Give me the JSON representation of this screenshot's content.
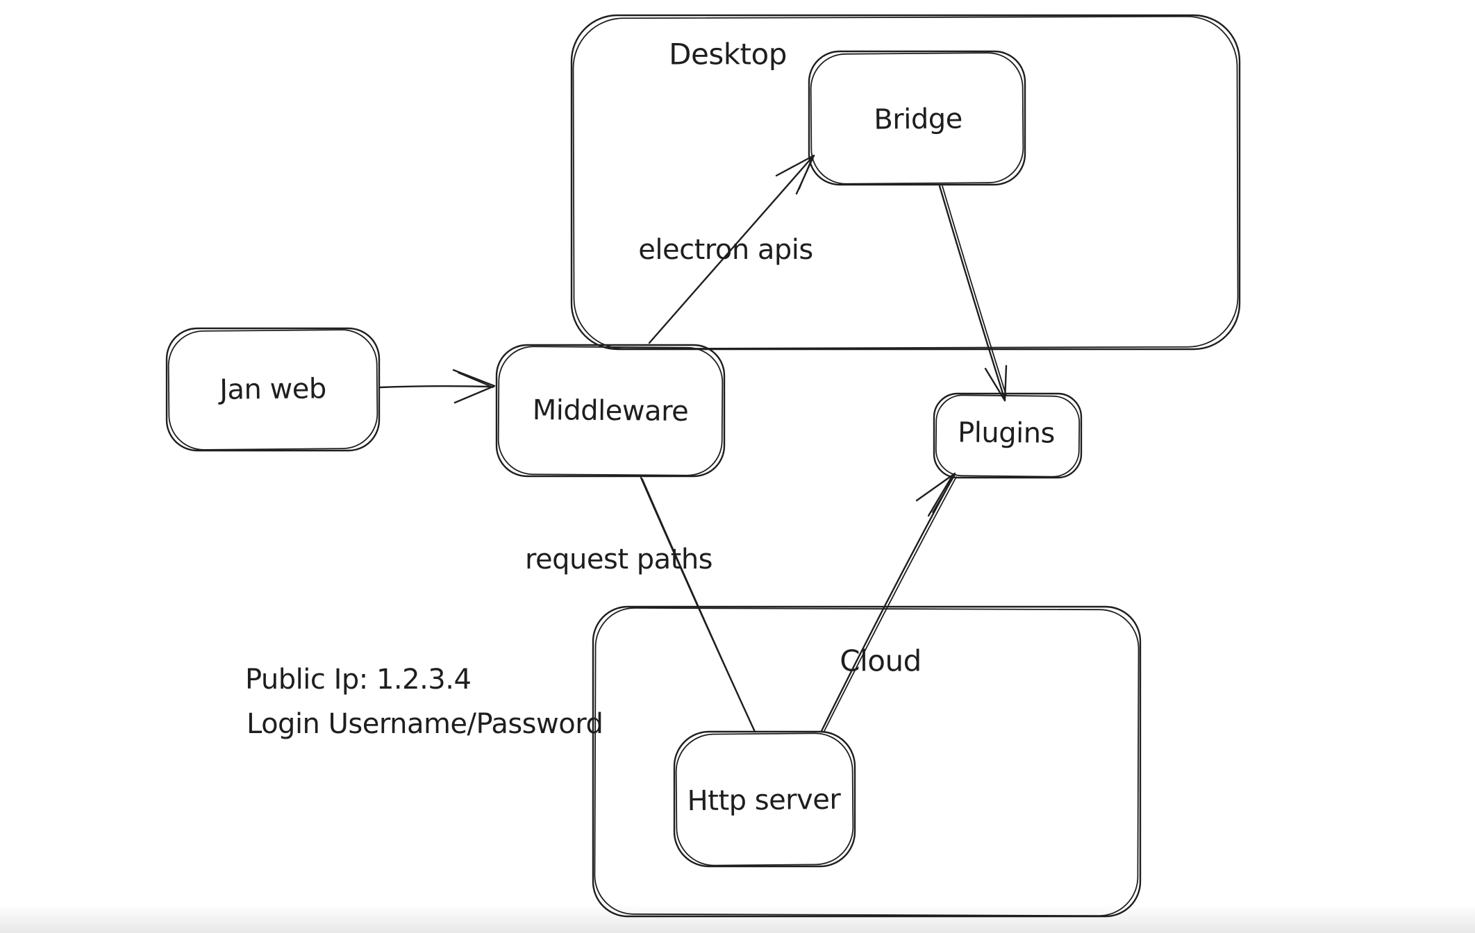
{
  "canvas": {
    "background_color": "#ffffff",
    "ink_color": "#1e1e1e"
  },
  "containers": {
    "desktop": {
      "label": "Desktop"
    },
    "cloud": {
      "label": "Cloud"
    }
  },
  "nodes": {
    "jan_web": {
      "label": "Jan web"
    },
    "middleware": {
      "label": "Middleware"
    },
    "bridge": {
      "label": "Bridge"
    },
    "plugins": {
      "label": "Plugins"
    },
    "http_server": {
      "label": "Http server"
    }
  },
  "edges": {
    "janweb_to_middleware": {
      "label": ""
    },
    "middleware_to_bridge": {
      "label": "electron apis"
    },
    "bridge_to_plugins": {
      "label": ""
    },
    "middleware_to_httpserver": {
      "label": "request paths"
    },
    "httpserver_to_plugins": {
      "label": ""
    }
  },
  "annotations": {
    "public_ip": "Public Ip: 1.2.3.4",
    "login": "Login Username/Password"
  }
}
